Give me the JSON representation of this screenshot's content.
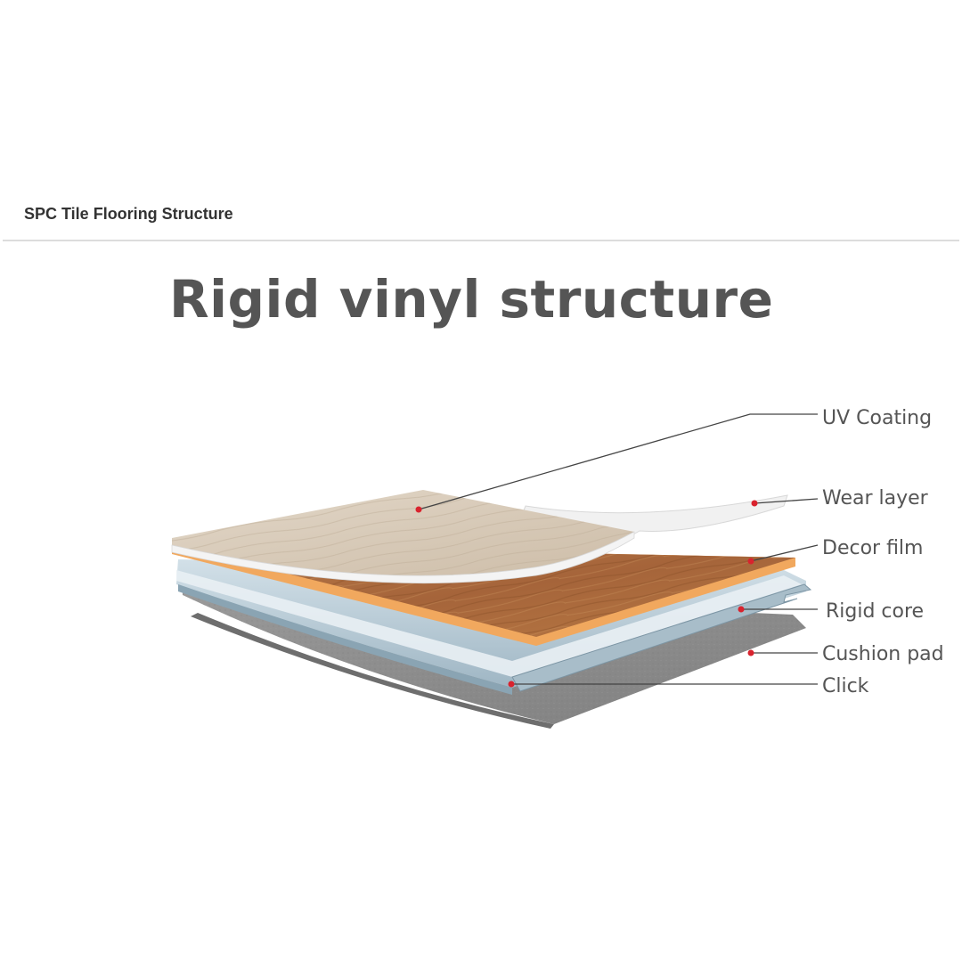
{
  "header": {
    "section_title": "SPC Tile Flooring Structure"
  },
  "diagram": {
    "title": "Rigid vinyl structure",
    "layers": [
      {
        "id": "uv-coating",
        "label": "UV Coating"
      },
      {
        "id": "wear-layer",
        "label": "Wear layer"
      },
      {
        "id": "decor-film",
        "label": "Decor film"
      },
      {
        "id": "rigid-core",
        "label": "Rigid core"
      },
      {
        "id": "cushion-pad",
        "label": "Cushion pad"
      },
      {
        "id": "click",
        "label": "Click"
      }
    ],
    "colors": {
      "uv_coating": "#dacdbc",
      "wear_layer": "#eeeeee",
      "decor_film": "#a8683a",
      "film_edge": "#f4b06b",
      "rigid_core": "#b9cdd8",
      "cushion_pad": "#8d8d8d",
      "marker": "#d9232e",
      "leader_line": "#444444"
    }
  }
}
